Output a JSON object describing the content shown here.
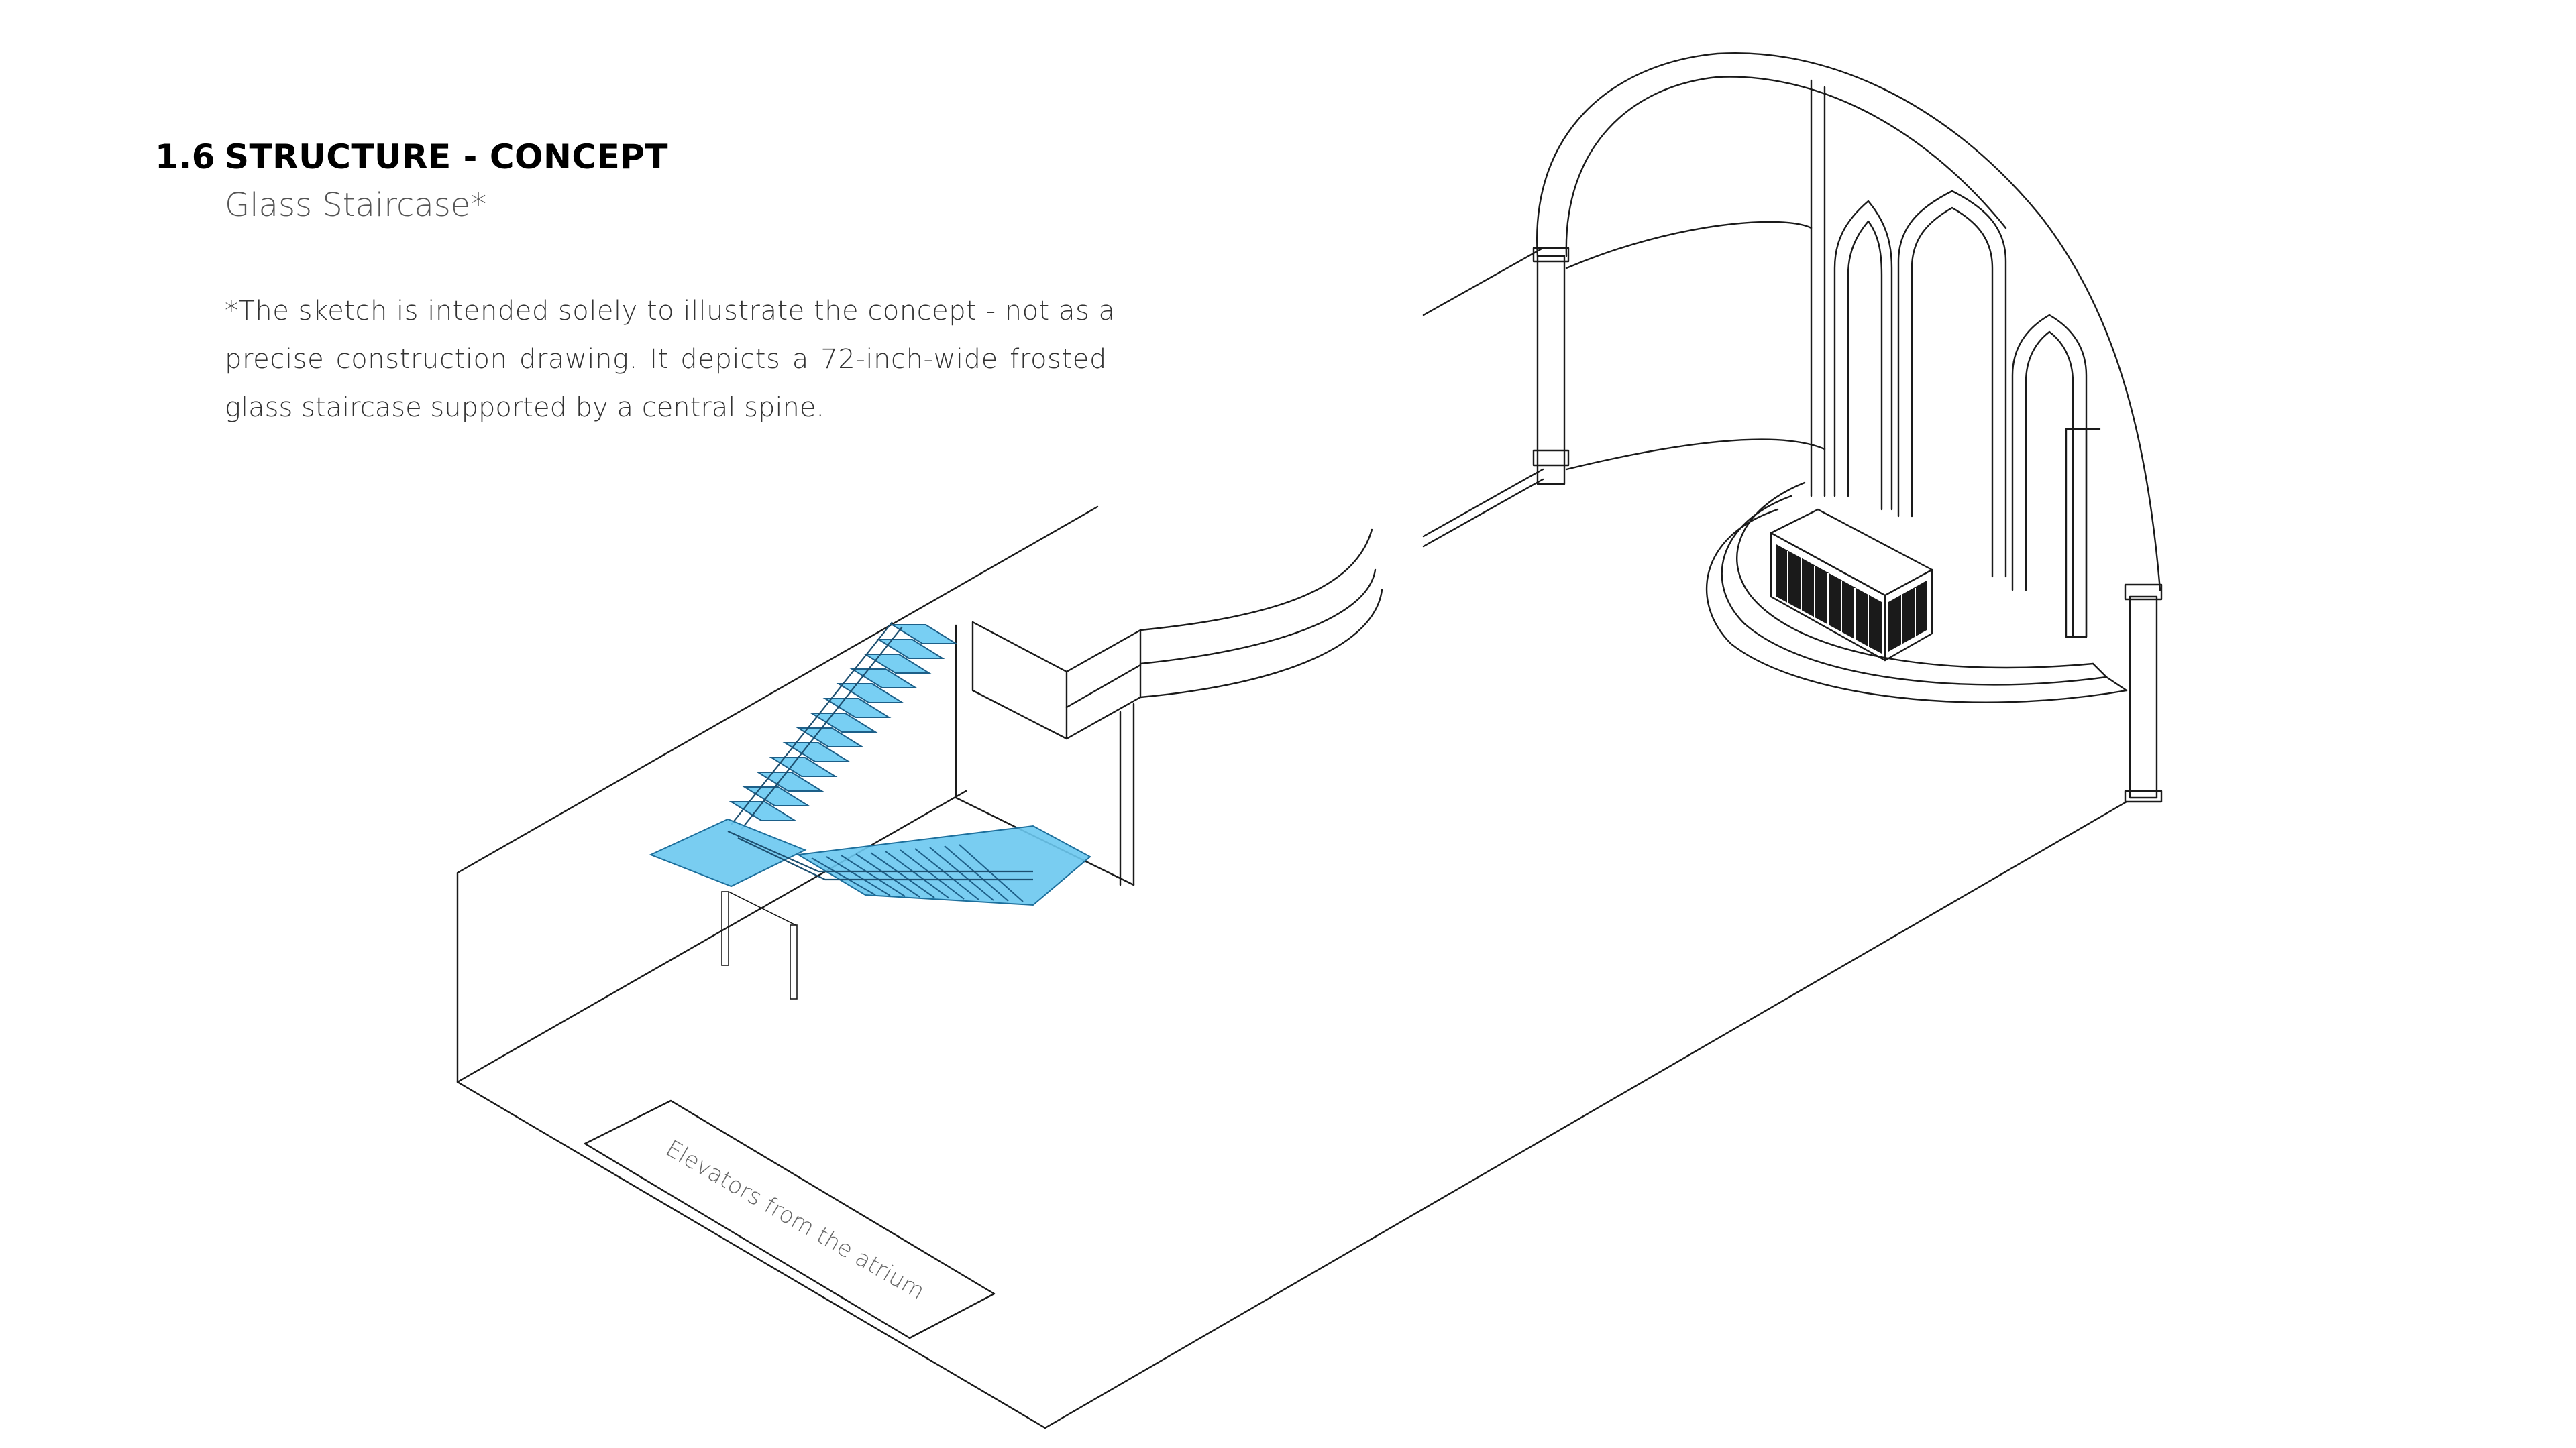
{
  "header": {
    "section_number": "1.6",
    "title": "STRUCTURE - CONCEPT",
    "subtitle": "Glass Staircase*"
  },
  "note": {
    "line1": "*The sketch is intended solely to illustrate the concept - not as a",
    "line2": "precise construction drawing. It depicts a 72-inch-wide frosted",
    "line3": "glass staircase supported by a central spine."
  },
  "drawing": {
    "elevator_label": "Elevators from the atrium",
    "glass_color": "#6ac8f0",
    "line_color": "#1a1a1a"
  }
}
